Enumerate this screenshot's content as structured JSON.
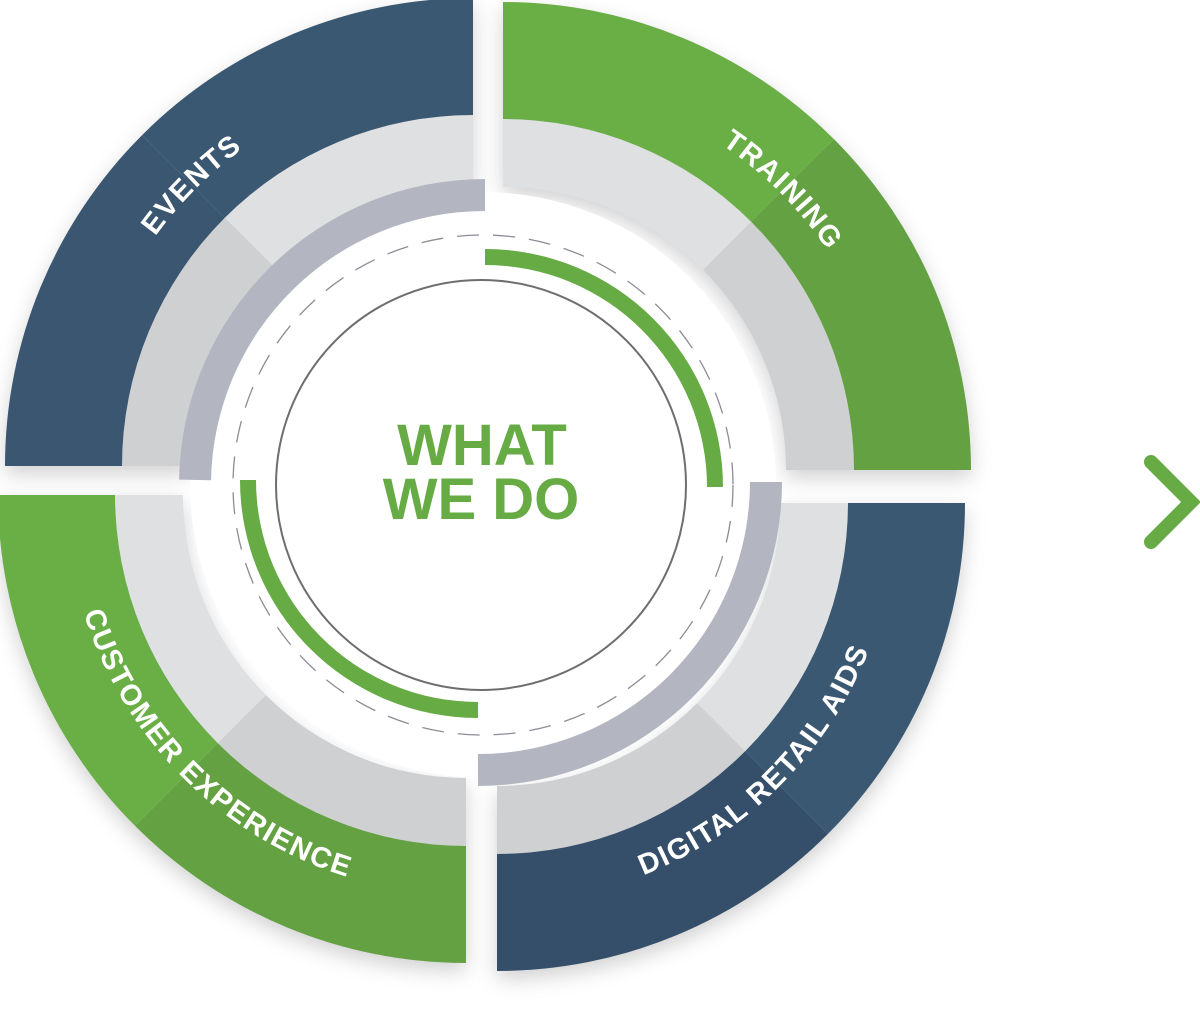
{
  "title": {
    "line1": "WHAT",
    "line2": "WE DO"
  },
  "segments": [
    {
      "label": "EVENTS",
      "color": "#3b5873"
    },
    {
      "label": "TRAINING",
      "color": "#69ad45"
    },
    {
      "label": "DIGITAL RETAIL AIDS",
      "color": "#3a5570"
    },
    {
      "label": "CUSTOMER EXPERIENCE",
      "color": "#69ad45"
    }
  ],
  "next_icon": "chevron-right-icon",
  "colors": {
    "green": "#67ab45",
    "navy": "#3a5570",
    "gray_light": "#dfe0e2",
    "gray_dark": "#cfd0d2",
    "arc_gray": "#b3b6c0"
  }
}
